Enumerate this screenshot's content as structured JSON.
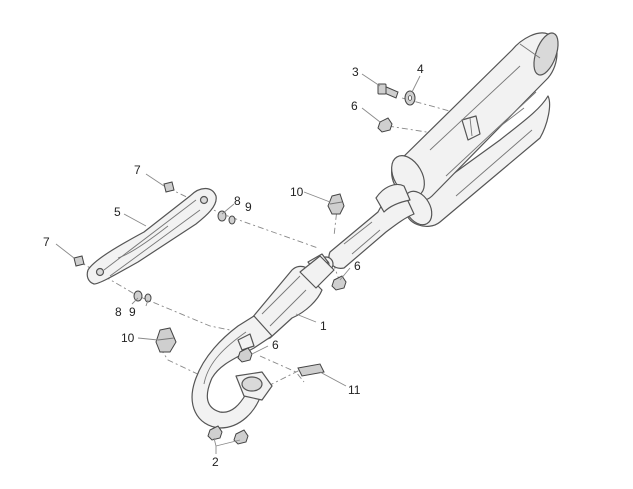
{
  "callouts": {
    "c1": "1",
    "c2": "2",
    "c3": "3",
    "c4": "4",
    "c5": "5",
    "c6a": "6",
    "c6b": "6",
    "c6c": "6",
    "c7a": "7",
    "c7b": "7",
    "c8a": "8",
    "c8b": "8",
    "c9a": "9",
    "c9b": "9",
    "c10a": "10",
    "c10b": "10",
    "c11": "11"
  }
}
